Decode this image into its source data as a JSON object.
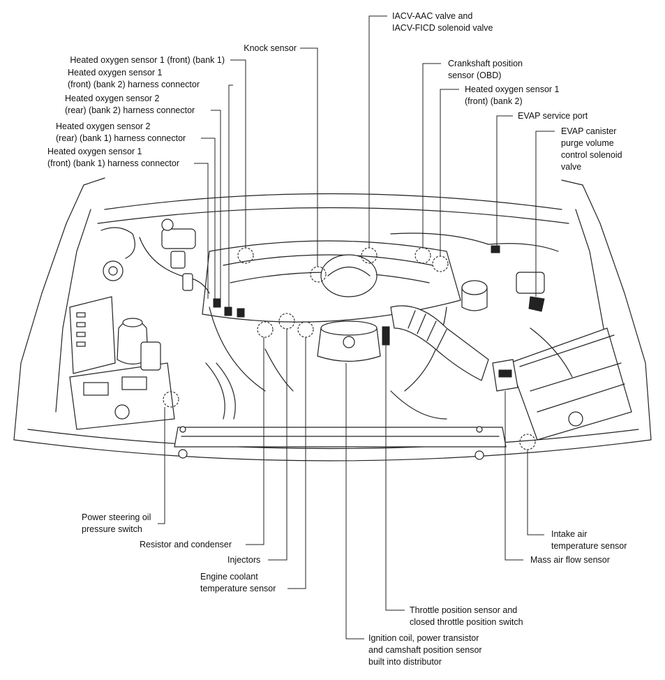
{
  "labels": {
    "iacv": [
      "IACV-AAC valve and",
      "IACV-FICD solenoid valve"
    ],
    "knock": [
      "Knock sensor"
    ],
    "ho2s1_front_bank1": [
      "Heated oxygen sensor 1 (front) (bank 1)"
    ],
    "ho2s1_bank2_conn": [
      "Heated oxygen sensor 1",
      "(front) (bank 2) harness connector"
    ],
    "ho2s2_bank2_conn": [
      "Heated oxygen sensor 2",
      "(rear) (bank 2) harness connector"
    ],
    "ho2s2_bank1_conn": [
      "Heated oxygen sensor 2",
      "(rear) (bank 1) harness connector"
    ],
    "ho2s1_bank1_conn": [
      "Heated oxygen sensor 1",
      "(front) (bank 1) harness connector"
    ],
    "crank": [
      "Crankshaft position",
      "sensor (OBD)"
    ],
    "ho2s1_bank2": [
      "Heated oxygen sensor 1",
      "(front) (bank 2)"
    ],
    "evap_port": [
      "EVAP service port"
    ],
    "evap_purge": [
      "EVAP canister",
      "purge volume",
      "control solenoid",
      "valve"
    ],
    "ps_switch": [
      "Power steering oil",
      "pressure switch"
    ],
    "resistor": [
      "Resistor and condenser"
    ],
    "injectors": [
      "Injectors"
    ],
    "ect": [
      "Engine coolant",
      "temperature sensor"
    ],
    "tps": [
      "Throttle position sensor and",
      "closed throttle position switch"
    ],
    "ignition": [
      "Ignition coil, power transistor",
      "and camshaft position sensor",
      "built into distributor"
    ],
    "iat": [
      "Intake air",
      "temperature sensor"
    ],
    "maf": [
      "Mass air flow sensor"
    ]
  }
}
